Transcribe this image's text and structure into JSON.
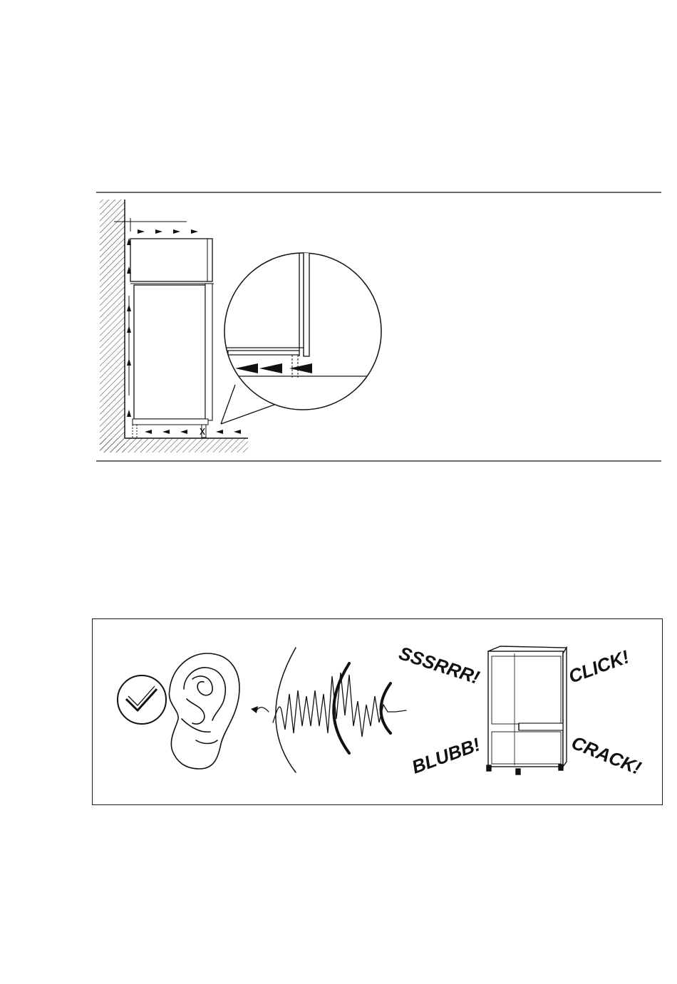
{
  "ventilation_figure": {
    "description_icon": "installation-ventilation-diagram"
  },
  "noise_figure": {
    "sounds": {
      "sssrrr": "SSSRRR!",
      "click": "CLICK!",
      "blubb": "BLUBB!",
      "crack": "CRACK!"
    },
    "icons": [
      "checkmark-icon",
      "ear-icon",
      "sound-wave-icon",
      "fridge-freezer-icon"
    ]
  }
}
